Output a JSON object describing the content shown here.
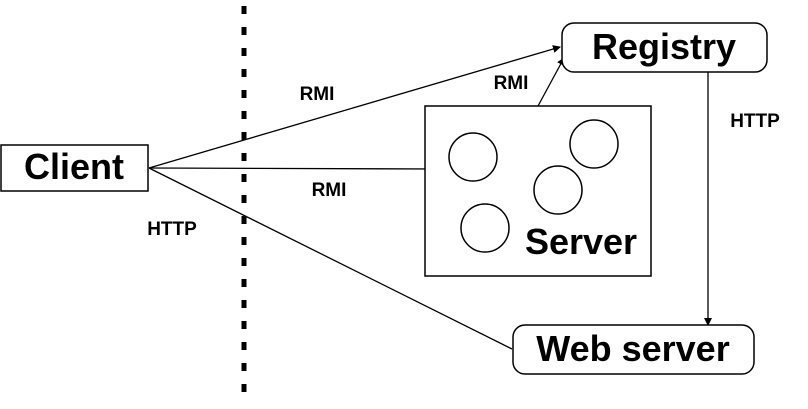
{
  "nodes": {
    "client": "Client",
    "registry": "Registry",
    "server": "Server",
    "web_server": "Web server"
  },
  "edges": {
    "client_registry": "RMI",
    "server_registry": "RMI",
    "client_server": "RMI",
    "client_webserver": "HTTP",
    "registry_webserver": "HTTP"
  }
}
